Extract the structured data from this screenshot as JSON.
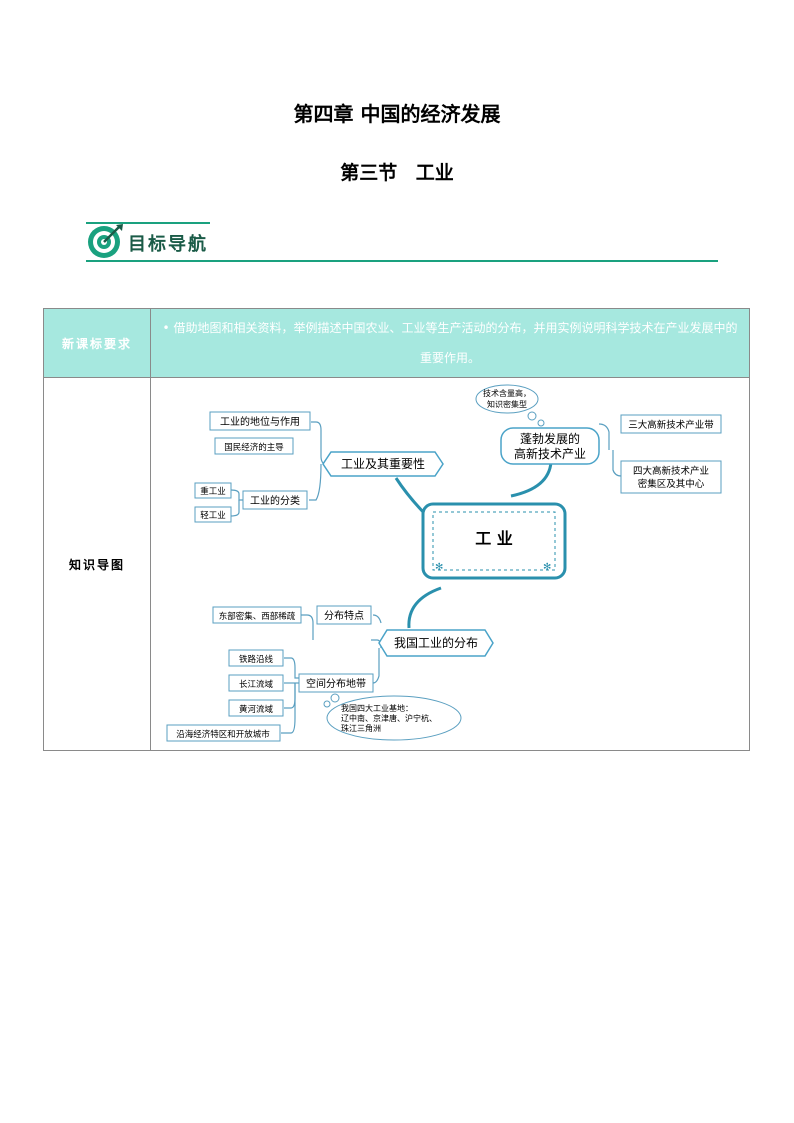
{
  "header": {
    "chapter_title": "第四章  中国的经济发展",
    "section_title": "第三节  工业"
  },
  "nav": {
    "label": "目标导航",
    "icon": "target-arrow-icon",
    "accent": "#1aa17f"
  },
  "table": {
    "header_bg": "#a6e8df",
    "requirement_label": "新课标要求",
    "requirement_text": "• 借助地图和相关资料，举例描述中国农业、工业等生产活动的分布，并用实例说明科学技术在产业发展中的重要作用。",
    "map_label": "知识导图"
  },
  "mindmap": {
    "center": "工  业",
    "importance": {
      "title": "工业及其重要性",
      "status": "工业的地位与作用",
      "status_detail": "国民经济的主导",
      "classification": "工业的分类",
      "heavy": "重工业",
      "light": "轻工业"
    },
    "hightech": {
      "title_line1": "蓬勃发展的",
      "title_line2": "高新技术产业",
      "bubble_line1": "技术含量高，",
      "bubble_line2": "知识密集型",
      "belts": "三大高新技术产业带",
      "clusters_line1": "四大高新技术产业",
      "clusters_line2": "密集区及其中心"
    },
    "distribution": {
      "title": "我国工业的分布",
      "features": "分布特点",
      "features_detail": "东部密集、西部稀疏",
      "belts": "空间分布地带",
      "railway": "铁路沿线",
      "yangtze": "长江流域",
      "yellow": "黄河流域",
      "coastal": "沿海经济特区和开放城市",
      "bubble_line1": "我国四大工业基地：",
      "bubble_line2": "辽中南、京津唐、沪宁杭、",
      "bubble_line3": "珠江三角洲"
    }
  }
}
